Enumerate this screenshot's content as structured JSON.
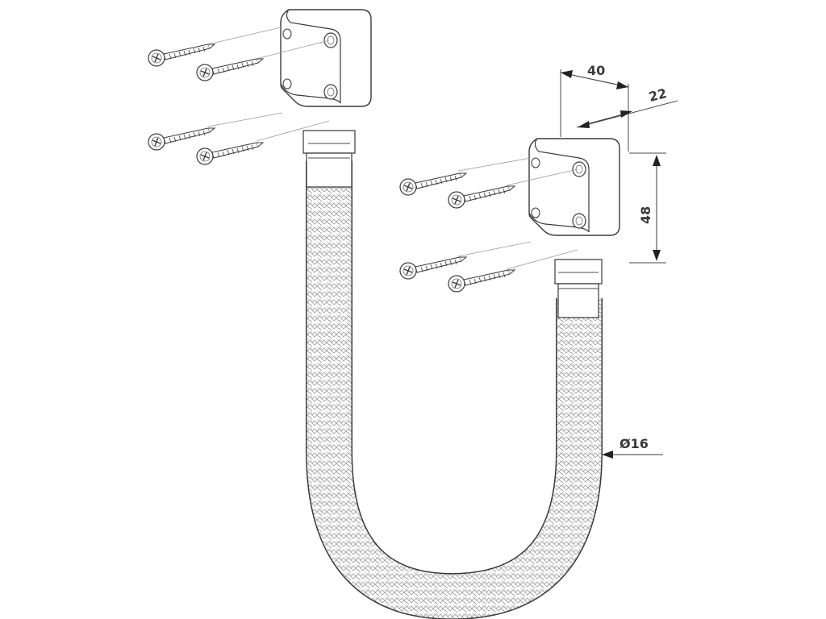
{
  "dimensions": {
    "width": "40",
    "depth": "22",
    "height": "48",
    "diameter": "Ø16"
  },
  "colors": {
    "line": "#3a3a3a",
    "braid": "#8a8a8a",
    "background": "#ffffff"
  },
  "parts": {
    "housing_count": 2,
    "screws_per_housing": 4
  }
}
